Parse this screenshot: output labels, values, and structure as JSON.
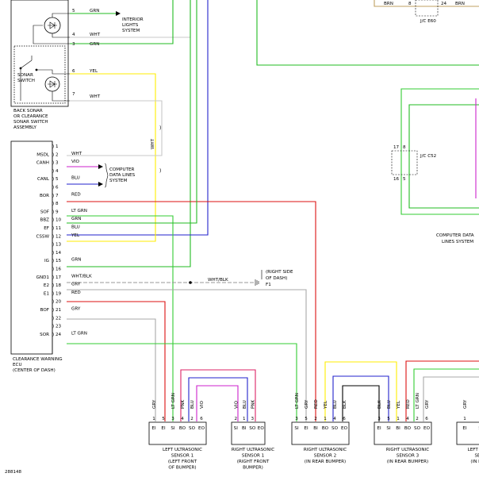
{
  "figure_id": "288148",
  "switch_assembly": {
    "label": [
      "BACK SONAR",
      "OR CLEARANCE",
      "SONAR SWITCH",
      "ASSEMBLY"
    ],
    "sonar_switch_label": [
      "SONAR",
      "SWITCH"
    ],
    "pins": [
      {
        "num": "5",
        "wire": "GRN"
      },
      {
        "num": "4",
        "wire": "WHT"
      },
      {
        "num": "3",
        "wire": "GRN"
      },
      {
        "num": "6",
        "wire": "YEL"
      },
      {
        "num": "7",
        "wire": "WHT"
      }
    ]
  },
  "interior_lights": [
    "INTERIOR",
    "LIGHTS",
    "SYSTEM"
  ],
  "computer_data_lines": [
    "COMPUTER",
    "DATA LINES",
    "SYSTEM"
  ],
  "computer_data_lines_right": [
    "COMPUTER DATA",
    "LINES SYSTEM"
  ],
  "vertical_wht_label": "WHT",
  "ecu": {
    "label": [
      "CLEARANCE WARNING",
      "ECU",
      "(CENTER OF DASH)"
    ],
    "pins": [
      {
        "num": "1",
        "name": "",
        "wire": ""
      },
      {
        "num": "2",
        "name": "MSDL",
        "wire": "WHT"
      },
      {
        "num": "3",
        "name": "CANH",
        "wire": "VIO"
      },
      {
        "num": "4",
        "name": "",
        "wire": ""
      },
      {
        "num": "5",
        "name": "CANL",
        "wire": "BLU"
      },
      {
        "num": "6",
        "name": "",
        "wire": ""
      },
      {
        "num": "7",
        "name": "BOR",
        "wire": "RED"
      },
      {
        "num": "8",
        "name": "",
        "wire": ""
      },
      {
        "num": "9",
        "name": "SOF",
        "wire": "LT GRN"
      },
      {
        "num": "10",
        "name": "BBZ",
        "wire": "GRN"
      },
      {
        "num": "11",
        "name": "EF",
        "wire": "BLU"
      },
      {
        "num": "12",
        "name": "CSSW",
        "wire": "YEL"
      },
      {
        "num": "13",
        "name": "",
        "wire": ""
      },
      {
        "num": "14",
        "name": "",
        "wire": ""
      },
      {
        "num": "15",
        "name": "IG",
        "wire": "GRN"
      },
      {
        "num": "16",
        "name": "",
        "wire": ""
      },
      {
        "num": "17",
        "name": "GND1",
        "wire": "WHT/BLK"
      },
      {
        "num": "18",
        "name": "E2",
        "wire": "GRY"
      },
      {
        "num": "19",
        "name": "E1",
        "wire": "RED"
      },
      {
        "num": "20",
        "name": "",
        "wire": ""
      },
      {
        "num": "21",
        "name": "BOF",
        "wire": "GRY"
      },
      {
        "num": "22",
        "name": "",
        "wire": ""
      },
      {
        "num": "23",
        "name": "",
        "wire": ""
      },
      {
        "num": "24",
        "name": "SOR",
        "wire": "LT GRN"
      }
    ]
  },
  "ground": {
    "wire": "WHT/BLK",
    "label": [
      "(RIGHT SIDE",
      "OF DASH)"
    ],
    "id": "F1"
  },
  "jc_e60": {
    "label": "J/C E60",
    "left_wire": "BRN",
    "left_pin": "8",
    "right_pin": "24",
    "right_wire": "BRN"
  },
  "jc_c52": {
    "label": "J/C C52",
    "top_pins": [
      "17",
      "8"
    ],
    "bottom_pins": [
      "16",
      "5"
    ]
  },
  "sensors": [
    {
      "pins": [
        "EI",
        "EI",
        "SI",
        "BO",
        "SO",
        "EO"
      ],
      "wires": [
        "GRY",
        "",
        "LT GRN",
        "PNK",
        "BLU",
        "VIO"
      ],
      "nums": [
        "1",
        "5",
        "3",
        "4",
        "2",
        "6"
      ],
      "label": [
        "LEFT ULTRASONIC",
        "SENSOR 1",
        "(LEFT FRONT",
        "OF BUMPER)"
      ]
    },
    {
      "pins": [
        "SI",
        "BI",
        "SO",
        "EO"
      ],
      "wires": [
        "VIO",
        "BLU",
        "PNK"
      ],
      "nums": [
        "2",
        "1",
        "3"
      ],
      "label": [
        "RIGHT ULTRASONIC",
        "SENSOR 1",
        "(RIGHT FRONT",
        "BUMPER)"
      ]
    },
    {
      "pins": [
        "SI",
        "EI",
        "BI",
        "BO",
        "SO",
        "EO"
      ],
      "wires": [
        "LT GRN",
        "GRY",
        "RED",
        "YEL",
        "BLU",
        "BLK"
      ],
      "nums": [
        "3",
        "5",
        "2",
        "1",
        "4",
        "6"
      ],
      "label": [
        "RIGHT ULTRASONIC",
        "SENSOR 2",
        "(IN REAR BUMPER)"
      ]
    },
    {
      "pins": [
        "EI",
        "SI",
        "BI",
        "BO",
        "SO",
        "EO"
      ],
      "wires": [
        "BLK",
        "BLU",
        "YEL",
        "RED",
        "LT GRN",
        "GRY"
      ],
      "nums": [
        "3",
        "5",
        "1",
        "4",
        "2",
        "6"
      ],
      "label": [
        "RIGHT ULTRASONIC",
        "SENSOR 3",
        "(IN REAR BUMPER)"
      ]
    },
    {
      "pins": [
        "EI",
        "SI"
      ],
      "wires": [
        "GRY",
        "LT GRN"
      ],
      "nums": [
        "1",
        "5"
      ],
      "label": [
        "LEFT ULT",
        "SE",
        "(IN RE"
      ]
    }
  ],
  "colors": {
    "GRN": "#22bb22",
    "LTGRN": "#33cc33",
    "YEL": "#ffee00",
    "VIO": "#cc22cc",
    "BLU": "#2222cc",
    "RED": "#dd1111",
    "GRY": "#a8a8a8",
    "WHT": "#c8c8c8",
    "PNK": "#dd2266",
    "BLK": "#000000"
  }
}
